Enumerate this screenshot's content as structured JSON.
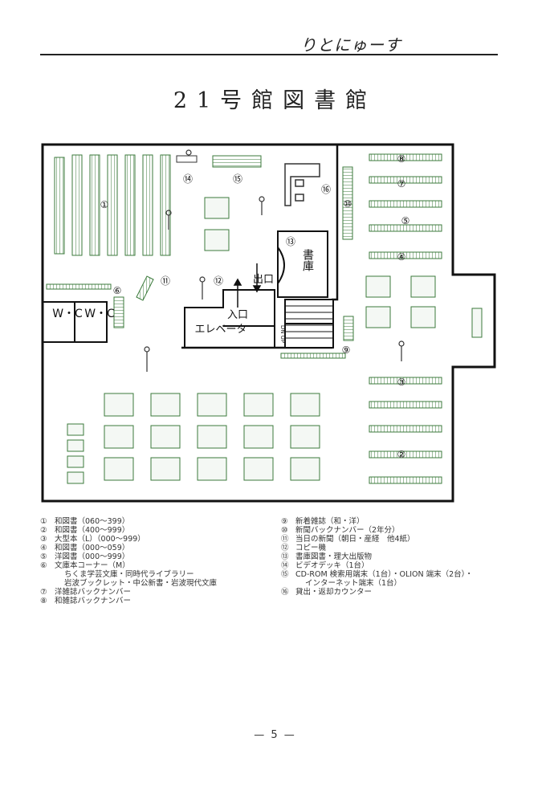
{
  "header": {
    "title": "りとにゅーす"
  },
  "page_title": "21号館図書館",
  "plan_labels": {
    "wc": "W・C",
    "entrance": "入口",
    "exit": "出口",
    "elevator": "エレベータ",
    "stacks": "書庫",
    "stairs": "DN UP"
  },
  "markers": [
    {
      "id": "m1",
      "label": "①"
    },
    {
      "id": "m2",
      "label": "②"
    },
    {
      "id": "m3",
      "label": "③"
    },
    {
      "id": "m4",
      "label": "④"
    },
    {
      "id": "m5",
      "label": "⑤"
    },
    {
      "id": "m6",
      "label": "⑥"
    },
    {
      "id": "m7",
      "label": "⑦"
    },
    {
      "id": "m8",
      "label": "⑧"
    },
    {
      "id": "m9",
      "label": "⑨"
    },
    {
      "id": "m10",
      "label": "⑩"
    },
    {
      "id": "m11",
      "label": "⑪"
    },
    {
      "id": "m12",
      "label": "⑫"
    },
    {
      "id": "m13",
      "label": "⑬"
    },
    {
      "id": "m14",
      "label": "⑭"
    },
    {
      "id": "m15",
      "label": "⑮"
    },
    {
      "id": "m16",
      "label": "⑯"
    }
  ],
  "legend_left": [
    {
      "num": "①",
      "text": "和図書（060〜399）"
    },
    {
      "num": "②",
      "text": "和図書（400〜999）"
    },
    {
      "num": "③",
      "text": "大型本（L）（000〜999）"
    },
    {
      "num": "④",
      "text": "和図書（000〜059）"
    },
    {
      "num": "⑤",
      "text": "洋図書（000〜999）"
    },
    {
      "num": "⑥",
      "text": "文庫本コーナー（M）",
      "sub": [
        "ちくま学芸文庫・同時代ライブラリー",
        "岩波ブックレット・中公新書・岩波現代文庫"
      ]
    },
    {
      "num": "⑦",
      "text": "洋雑誌バックナンバー"
    },
    {
      "num": "⑧",
      "text": "和雑誌バックナンバー"
    }
  ],
  "legend_right": [
    {
      "num": "⑨",
      "text": "新着雑誌（和・洋）"
    },
    {
      "num": "⑩",
      "text": "新聞バックナンバー（2年分）"
    },
    {
      "num": "⑪",
      "text": "当日の新聞（朝日・産経　他4紙）"
    },
    {
      "num": "⑫",
      "text": "コピー機"
    },
    {
      "num": "⑬",
      "text": "書庫図書・理大出版物"
    },
    {
      "num": "⑭",
      "text": "ビデオデッキ（1台）"
    },
    {
      "num": "⑮",
      "text": "CD-ROM 検索用端末（1台）・OLION 端末（2台）・",
      "sub": [
        "インターネット端末（1台）"
      ]
    },
    {
      "num": "⑯",
      "text": "貸出・返却カウンター"
    }
  ],
  "page_number": "— 5 —"
}
